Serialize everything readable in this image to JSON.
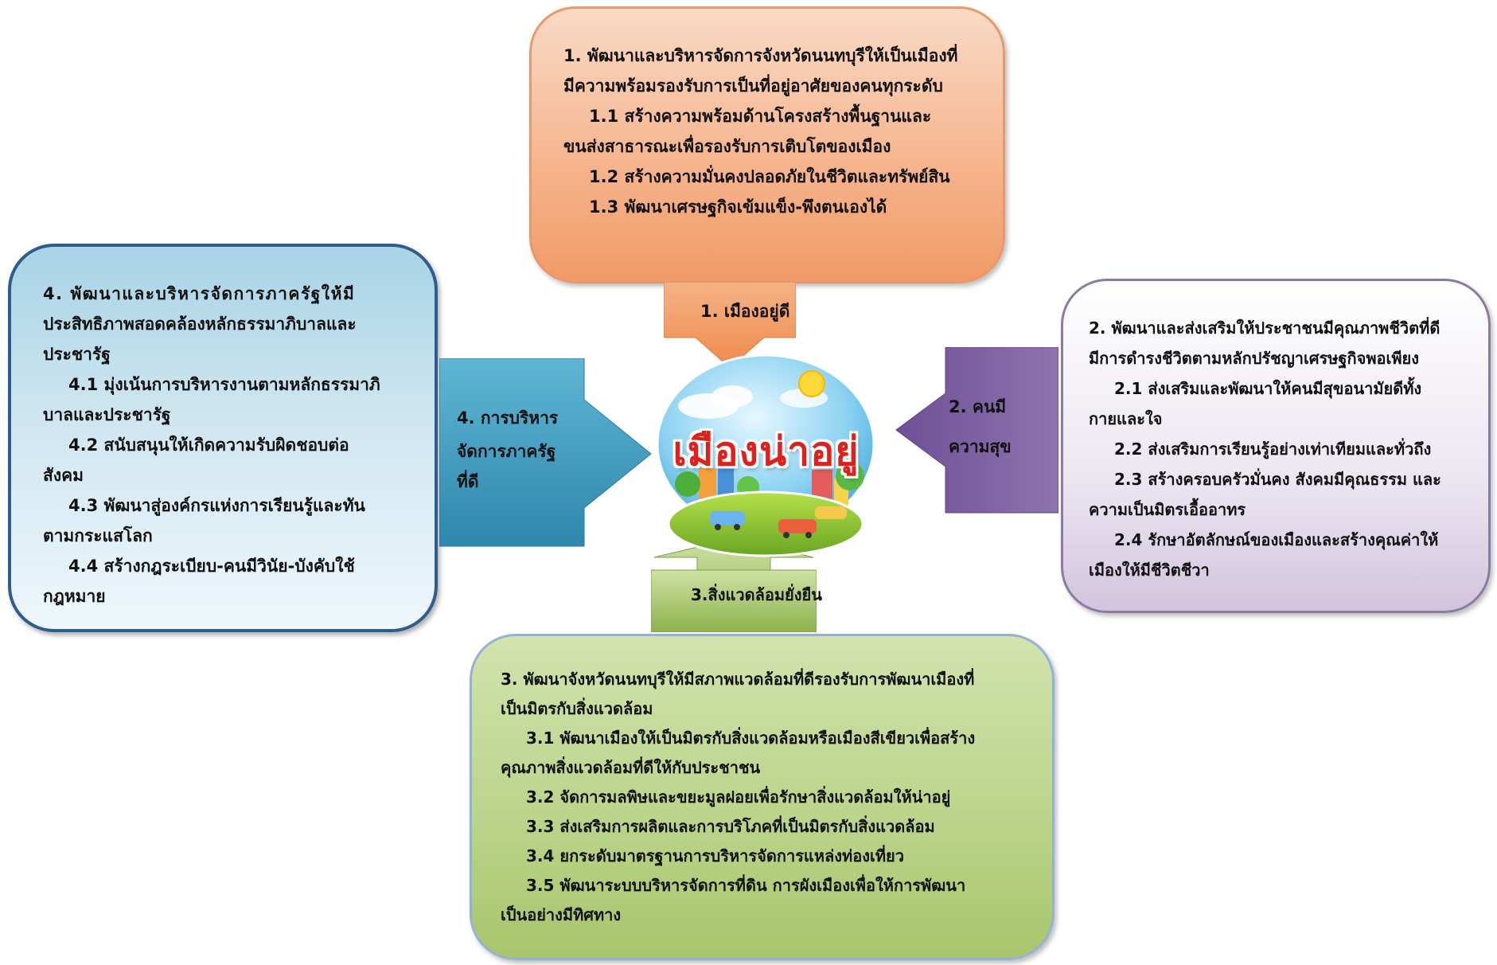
{
  "center": {
    "title": "เมืองน่าอยู่"
  },
  "top": {
    "arrow_label": "1. เมืองอยู่ดี",
    "heading_line1": "1. พัฒนาและบริหารจัดการจังหวัดนนทบุรีให้เป็นเมืองที่",
    "heading_line2": "มีความพร้อมรองรับการเป็นที่อยู่อาศัยของคนทุกระดับ",
    "item1_line1": "1.1 สร้างความพร้อมด้านโครงสร้างพื้นฐานและ",
    "item1_line2": "ขนส่งสาธารณะเพื่อรองรับการเติบโตของเมือง",
    "item2": "1.2 สร้างความมั่นคงปลอดภัยในชีวิตและทรัพย์สิน",
    "item3": "1.3 พัฒนาเศรษฐกิจเข้มแข็ง-พึงตนเองได้"
  },
  "right": {
    "arrow_label_line1": "2. คนมี",
    "arrow_label_line2": "ความสุข",
    "heading_line1": "2. พัฒนาและส่งเสริมให้ประชาชนมีคุณภาพชีวิตที่ดี",
    "heading_line2": "มีการดำรงชีวิตตามหลักปรัชญาเศรษฐกิจพอเพียง",
    "item1_line1": "2.1 ส่งเสริมและพัฒนาให้คนมีสุขอนามัยดีทั้ง",
    "item1_line2": "กายและใจ",
    "item2": "2.2 ส่งเสริมการเรียนรู้อย่างเท่าเทียมและทั่วถึง",
    "item3_line1": "2.3 สร้างครอบครัวมั่นคง สังคมมีคุณธรรม และ",
    "item3_line2": "ความเป็นมิตรเอื้ออาทร",
    "item4_line1": "2.4 รักษาอัตลักษณ์ของเมืองและสร้างคุณค่าให้",
    "item4_line2": "เมืองให้มีชีวิตชีวา"
  },
  "bottom": {
    "arrow_label": "3.สิ่งแวดล้อมยั่งยืน",
    "heading_line1": "3. พัฒนาจังหวัดนนทบุรีให้มีสภาพแวดล้อมที่ดีรองรับการพัฒนาเมืองที่",
    "heading_line2": "เป็นมิตรกับสิ่งแวดล้อม",
    "item1_line1": "3.1 พัฒนาเมืองให้เป็นมิตรกับสิ่งแวดล้อมหรือเมืองสีเขียวเพื่อสร้าง",
    "item1_line2": "คุณภาพสิ่งแวดล้อมที่ดีให้กับประชาชน",
    "item2": "3.2 จัดการมลพิษและขยะมูลฝอยเพื่อรักษาสิ่งแวดล้อมให้น่าอยู่",
    "item3": "3.3 ส่งเสริมการผลิตและการบริโภคที่เป็นมิตรกับสิ่งแวดล้อม",
    "item4": "3.4 ยกระดับมาตรฐานการบริหารจัดการแหล่งท่องเที่ยว",
    "item5_line1": "3.5 พัฒนาระบบบริหารจัดการที่ดิน การผังเมืองเพื่อให้การพัฒนา",
    "item5_line2": "เป็นอย่างมีทิศทาง"
  },
  "left": {
    "arrow_label_line1": "4. การบริหาร",
    "arrow_label_line2": "จัดการภาครัฐ",
    "arrow_label_line3": "ที่ดี",
    "heading_line1": "4. พัฒนาและบริหารจัดการภาครัฐให้มี",
    "heading_line2": "ประสิทธิภาพสอดคล้องหลักธรรมาภิบาลและ",
    "heading_line3": "ประชารัฐ",
    "item1_line1": "4.1 มุ่งเน้นการบริหารงานตามหลักธรรมาภิ",
    "item1_line2": "บาลและประชารัฐ",
    "item2_line1": "4.2 สนับสนุนให้เกิดความรับผิดชอบต่อ",
    "item2_line2": "สังคม",
    "item3_line1": "4.3 พัฒนาสู่องค์กรแห่งการเรียนรู้และทัน",
    "item3_line2": "ตามกระแสโลก",
    "item4_line1": "4.4 สร้างกฎระเบียบ-คนมีวินัย-บังคับใช้",
    "item4_line2": "กฎหมาย"
  },
  "colors": {
    "top_fill": "#f4a574",
    "left_fill": "#4aa3c4",
    "right_fill": "#8064a2",
    "bottom_fill": "#9bbb59",
    "center_title": "#e0201a"
  }
}
